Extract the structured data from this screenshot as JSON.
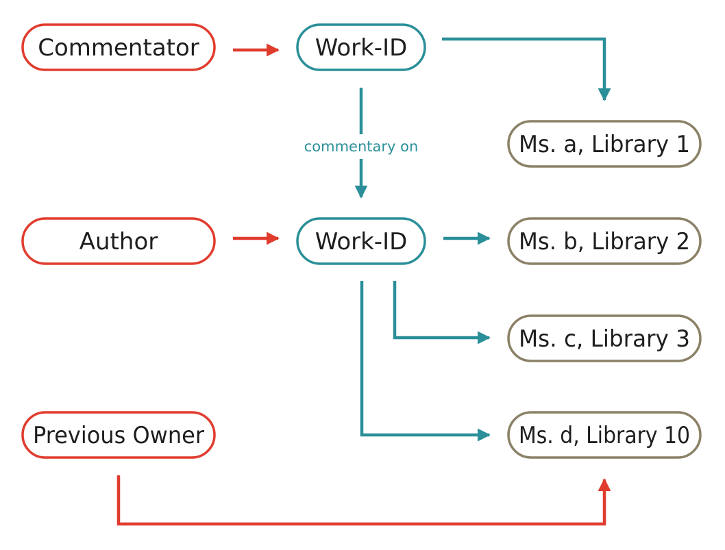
{
  "colors": {
    "red": "#e03c2e",
    "teal": "#2a8f98",
    "olive": "#8a8167",
    "text": "#1e1e1e"
  },
  "nodes": {
    "commentator": "Commentator",
    "work_id_top": "Work-ID",
    "author": "Author",
    "work_id_mid": "Work-ID",
    "previous_owner": "Previous Owner",
    "ms_a": "Ms. a, Library 1",
    "ms_b": "Ms. b, Library 2",
    "ms_c": "Ms. c, Library 3",
    "ms_d": "Ms. d, Library 10"
  },
  "edges": {
    "commentary_on": "commentary on"
  }
}
